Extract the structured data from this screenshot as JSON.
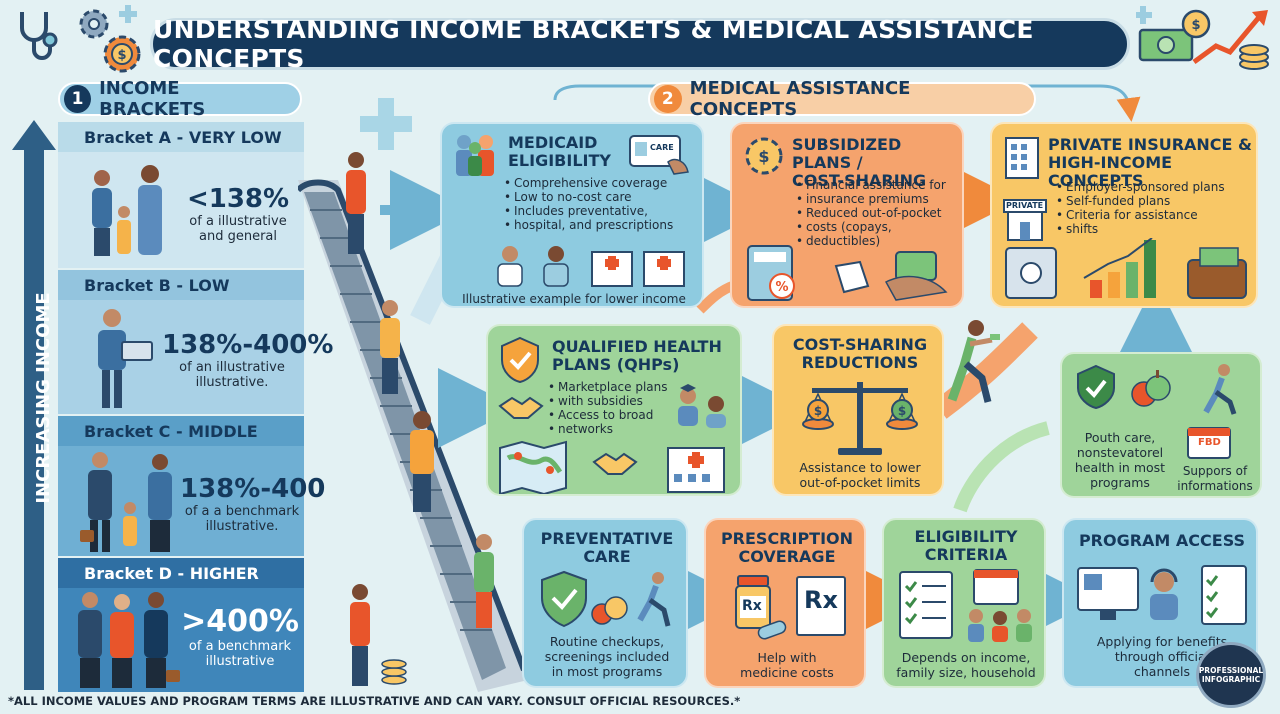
{
  "title": "UNDERSTANDING INCOME BRACKETS & MEDICAL ASSISTANCE CONCEPTS",
  "sections": {
    "income": {
      "number": "1",
      "label": "INCOME BRACKETS"
    },
    "medical": {
      "number": "2",
      "label": "MEDICAL ASSISTANCE CONCEPTS"
    }
  },
  "axis_label": "INCREASING INCOME",
  "brackets": [
    {
      "title": "Bracket A - VERY LOW",
      "value": "<138%",
      "sub1": "of a illustrative",
      "sub2": "and general",
      "color": "#cfe6f0",
      "head": "#b9dbe9"
    },
    {
      "title": "Bracket B - LOW",
      "value": "138%-400%",
      "sub1": "of an illustrative",
      "sub2": "illustrative.",
      "color": "#a9d1e6",
      "head": "#93c4de"
    },
    {
      "title": "Bracket C - MIDDLE",
      "value": "138%-400",
      "sub1": "of a a benchmark",
      "sub2": "illustrative.",
      "color": "#6fafd3",
      "head": "#5a9fc8"
    },
    {
      "title": "Bracket D - HIGHER",
      "value": ">400%",
      "sub1": "of a benchmark",
      "sub2": "illustrative",
      "color": "#3f86ba",
      "head": "#2f6fa3"
    }
  ],
  "cards": {
    "medicaid": {
      "title1": "MEDICAID",
      "title2": "ELIGIBILITY",
      "card_label": "CARE",
      "bullets": [
        "Comprehensive coverage",
        "Low to no-cost care",
        "Includes preventative,",
        "hospital, and prescriptions"
      ],
      "caption": "Illustrative example for lower income"
    },
    "subsidized": {
      "title1": "SUBSIDIZED PLANS /",
      "title2": "COST-SHARING",
      "bullets": [
        "Financial assistance for",
        "insurance premiums",
        "Reduced out-of-pocket",
        "costs (copays,",
        "deductibles)"
      ]
    },
    "private": {
      "title1": "PRIVATE INSURANCE &",
      "title2": "HIGH-INCOME CONCEPTS",
      "sign": "PRIVATE",
      "bullets": [
        "Employer-sponsored plans",
        "Self-funded plans",
        "Criteria for assistance",
        "shifts"
      ]
    },
    "qhp": {
      "title1": "QUALIFIED HEALTH",
      "title2": "PLANS (QHPs)",
      "bullets": [
        "Marketplace plans",
        "with subsidies",
        "Access to broad",
        "networks"
      ]
    },
    "csr": {
      "title1": "COST-SHARING",
      "title2": "REDUCTIONS",
      "caption1": "Assistance to lower",
      "caption2": "out-of-pocket limits"
    },
    "wellness": {
      "left1": "Pouth care,",
      "left2": "nonstevatorel",
      "left3": "health in most",
      "left4": "programs",
      "right1": "Suppors of",
      "right2": "informations",
      "cal_label": "FBD"
    },
    "preventative": {
      "title1": "PREVENTATIVE",
      "title2": "CARE",
      "caption1": "Routine checkups,",
      "caption2": "screenings included",
      "caption3": "in most programs"
    },
    "prescription": {
      "title1": "PRESCRIPTION",
      "title2": "COVERAGE",
      "rx": "Rx",
      "caption1": "Help with",
      "caption2": "medicine costs"
    },
    "eligibility": {
      "title1": "ELIGIBILITY",
      "title2": "CRITERIA",
      "caption1": "Depends on income,",
      "caption2": "family size, household"
    },
    "access": {
      "title": "PROGRAM ACCESS",
      "caption1": "Applying for benefits",
      "caption2": "through official",
      "caption3": "channels"
    }
  },
  "badge": {
    "line1": "PROFESSIONAL",
    "line2": "INFOGRAPHIC"
  },
  "footnote": "*ALL INCOME VALUES AND PROGRAM TERMS ARE ILLUSTRATIVE AND CAN VARY. CONSULT OFFICIAL RESOURCES.*",
  "colors": {
    "navy": "#15395c",
    "blue_card": "#8ecbe0",
    "orange_card": "#f5a36d",
    "yellow_card": "#f8c766",
    "green_card": "#9fd49a",
    "teal_card": "#7fc7d9"
  }
}
